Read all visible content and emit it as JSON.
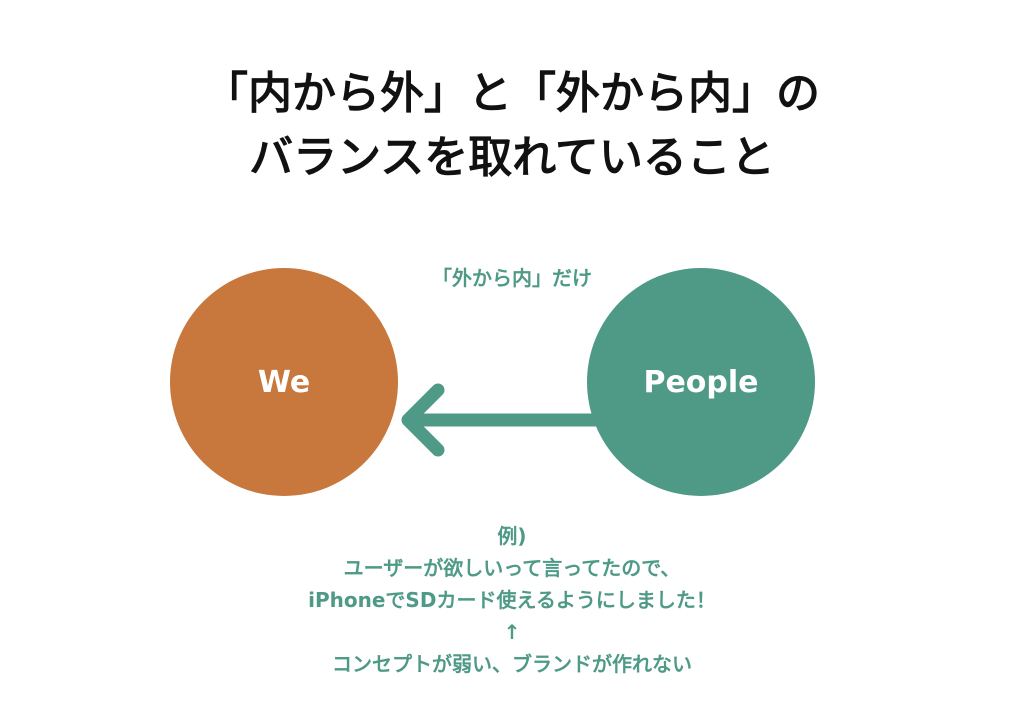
{
  "title": {
    "line1": "「内から外」と「外から内」の",
    "line2": "バランスを取れていること"
  },
  "diagram": {
    "arrow_label": "「外から内」だけ",
    "left_node": {
      "label": "We",
      "color": "#c8783c"
    },
    "right_node": {
      "label": "People",
      "color": "#4e9a87"
    },
    "arrow_color": "#4e9a87",
    "arrow_direction": "right-to-left"
  },
  "example": {
    "heading": "例)",
    "line1": "ユーザーが欲しいって言ってたので、",
    "line2": "iPhoneでSDカード使えるようにしました！",
    "up_arrow": "↑",
    "line3": "コンセプトが弱い、ブランドが作れない"
  }
}
